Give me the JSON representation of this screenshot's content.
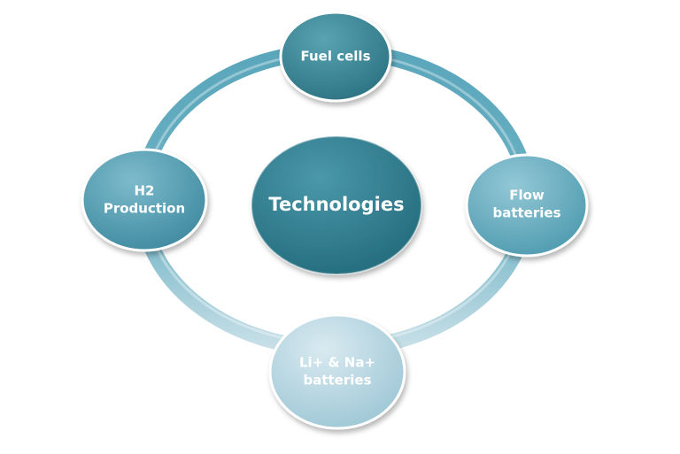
{
  "center": {
    "label": "Technologies"
  },
  "nodes": [
    {
      "id": "fuel-cells",
      "lines": [
        "Fuel cells"
      ]
    },
    {
      "id": "flow-batteries",
      "lines": [
        "Flow",
        "batteries"
      ]
    },
    {
      "id": "li-na-batteries",
      "lines": [
        "Li+ & Na+",
        "batteries"
      ]
    },
    {
      "id": "h2-production",
      "lines": [
        "H2",
        "Production"
      ]
    }
  ],
  "colors": {
    "center": "#2f7f91",
    "fuel_cells": "#3f8a9a",
    "flow_batteries": "#6fb3c6",
    "li_na_batteries": "#b9d7e2",
    "h2_production": "#5a9fb3",
    "ring_dark": "#4d9ab0",
    "ring_light": "#c4dde6"
  }
}
